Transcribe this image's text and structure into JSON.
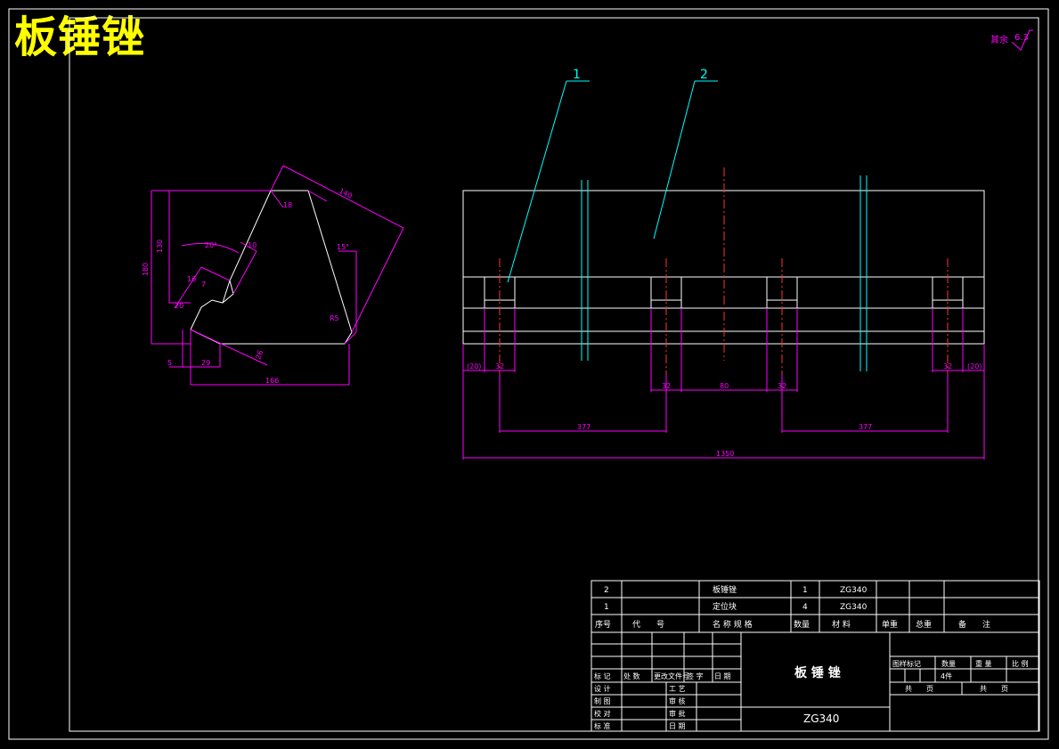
{
  "drawing_title": "板锤锉",
  "roughness": {
    "label": "其余",
    "value": "6.3"
  },
  "leaders": [
    "1",
    "2"
  ],
  "left_view": {
    "dim_140": "140",
    "dim_18": "18",
    "dim_angle20": "20°",
    "dim_angle15": "15°",
    "dim_10": "10",
    "dim_16": "16",
    "dim_7": "7",
    "dim_20a": "20",
    "dim_130": "130",
    "dim_180": "180",
    "dim_5": "5",
    "dim_29": "29",
    "dim_166": "166",
    "dim_r": "R5",
    "dim_26": "26"
  },
  "front_view": {
    "dim_20l": "(20)",
    "dim_32l": "32",
    "dim_32a": "32",
    "dim_80": "80",
    "dim_32b": "32",
    "dim_32r": "32",
    "dim_20r": "(20)",
    "dim_377l": "377",
    "dim_377r": "377",
    "dim_1350": "1350"
  },
  "bom": {
    "rows": [
      {
        "seq": "2",
        "code": "",
        "name": "板锤锉",
        "qty": "1",
        "material": "ZG340"
      },
      {
        "seq": "1",
        "code": "",
        "name": "定位块",
        "qty": "4",
        "material": "ZG340"
      }
    ],
    "headers": [
      "序号",
      "代　　号",
      "名 称  规 格",
      "数量",
      "材 料",
      "单重",
      "总重",
      "备　　注"
    ]
  },
  "title_block": {
    "part_name": "板 锤 锉",
    "material": "ZG340",
    "rev_headers": [
      "标 记",
      "处 数",
      "更改文件号",
      "签 字",
      "日 期"
    ],
    "roles_left": [
      "设 计",
      "制 图",
      "校 对",
      "标 准"
    ],
    "roles_right": [
      "工 艺",
      "审 核",
      "审 批",
      "日 期"
    ],
    "stage_headers": [
      "图样标记",
      "数量",
      "重 量",
      "比 例"
    ],
    "stage_value": "4件",
    "sheet_left": "共　　页",
    "sheet_right": "共　　页"
  }
}
